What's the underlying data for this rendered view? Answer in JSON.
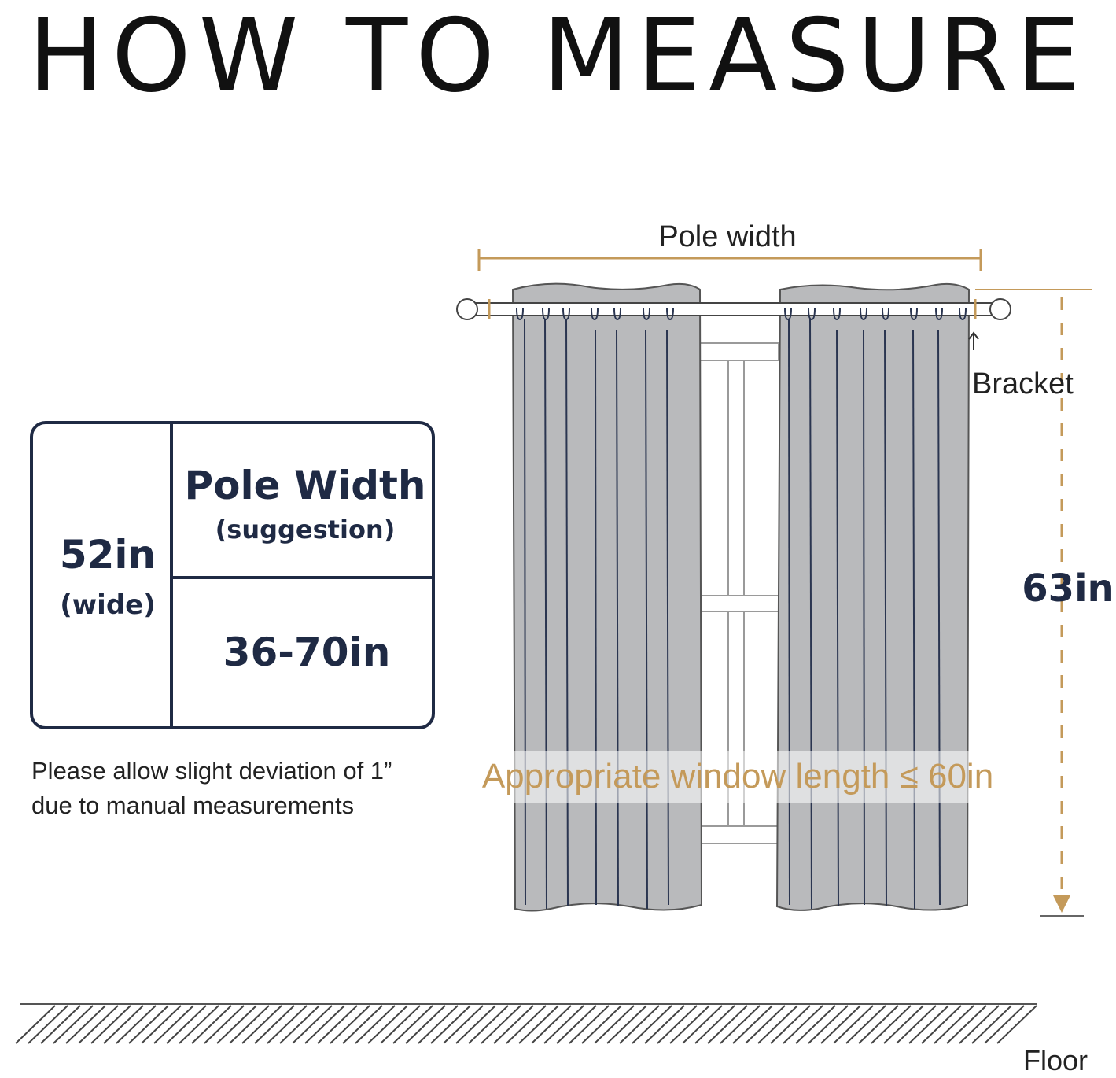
{
  "title": "HOW TO MEASURE",
  "table": {
    "width_value": "52in",
    "width_note": "(wide)",
    "pole_heading": "Pole Width",
    "pole_note": "(suggestion)",
    "pole_range": "36-70in"
  },
  "note": {
    "line1": "Please allow slight deviation of 1”",
    "line2": "due to manual measurements"
  },
  "diagram": {
    "pole_width_label": "Pole width",
    "bracket_label": "Bracket",
    "length_label": "63in",
    "window_label": "Appropriate window length ≤ 60in",
    "floor_label": "Floor"
  },
  "colors": {
    "accent": "#c49a5a",
    "navy": "#1f2a44",
    "curtain": "#b9babc",
    "pole": "#ffffff"
  }
}
